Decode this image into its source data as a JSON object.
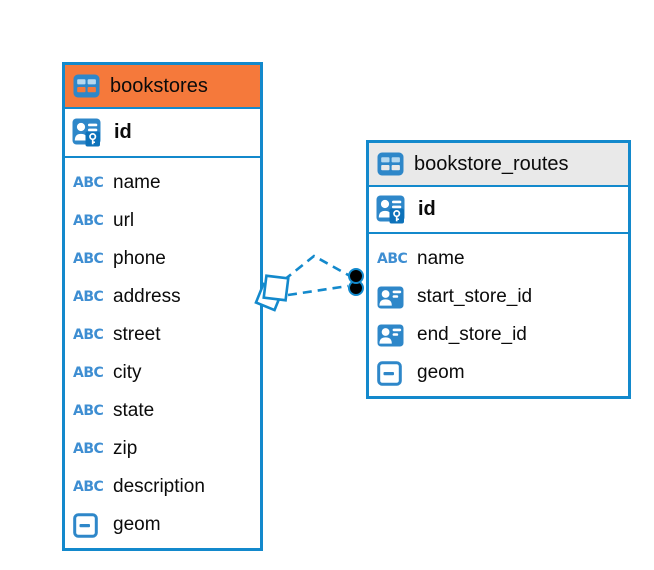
{
  "colors": {
    "accent_blue": "#1389cc",
    "icon_blue": "#2e87c9",
    "abc_icon_blue": "#3e8ed2",
    "bookstores_header_bg": "#F5793B",
    "routes_header_bg": "#E9E9E9",
    "connector_dot_fill": "#000000"
  },
  "icons": {
    "text_type_glyph": "ABC"
  },
  "tables": [
    {
      "name": "bookstores",
      "primary_key": "id",
      "columns": [
        {
          "name": "name",
          "type": "text"
        },
        {
          "name": "url",
          "type": "text"
        },
        {
          "name": "phone",
          "type": "text"
        },
        {
          "name": "address",
          "type": "text"
        },
        {
          "name": "street",
          "type": "text"
        },
        {
          "name": "city",
          "type": "text"
        },
        {
          "name": "state",
          "type": "text"
        },
        {
          "name": "zip",
          "type": "text"
        },
        {
          "name": "description",
          "type": "text"
        },
        {
          "name": "geom",
          "type": "geometry"
        }
      ]
    },
    {
      "name": "bookstore_routes",
      "primary_key": "id",
      "columns": [
        {
          "name": "name",
          "type": "text"
        },
        {
          "name": "start_store_id",
          "type": "reference"
        },
        {
          "name": "end_store_id",
          "type": "reference"
        },
        {
          "name": "geom",
          "type": "geometry"
        }
      ]
    }
  ],
  "relationship": {
    "from_table": "bookstores",
    "to_table": "bookstore_routes",
    "line_style": "dashed"
  }
}
